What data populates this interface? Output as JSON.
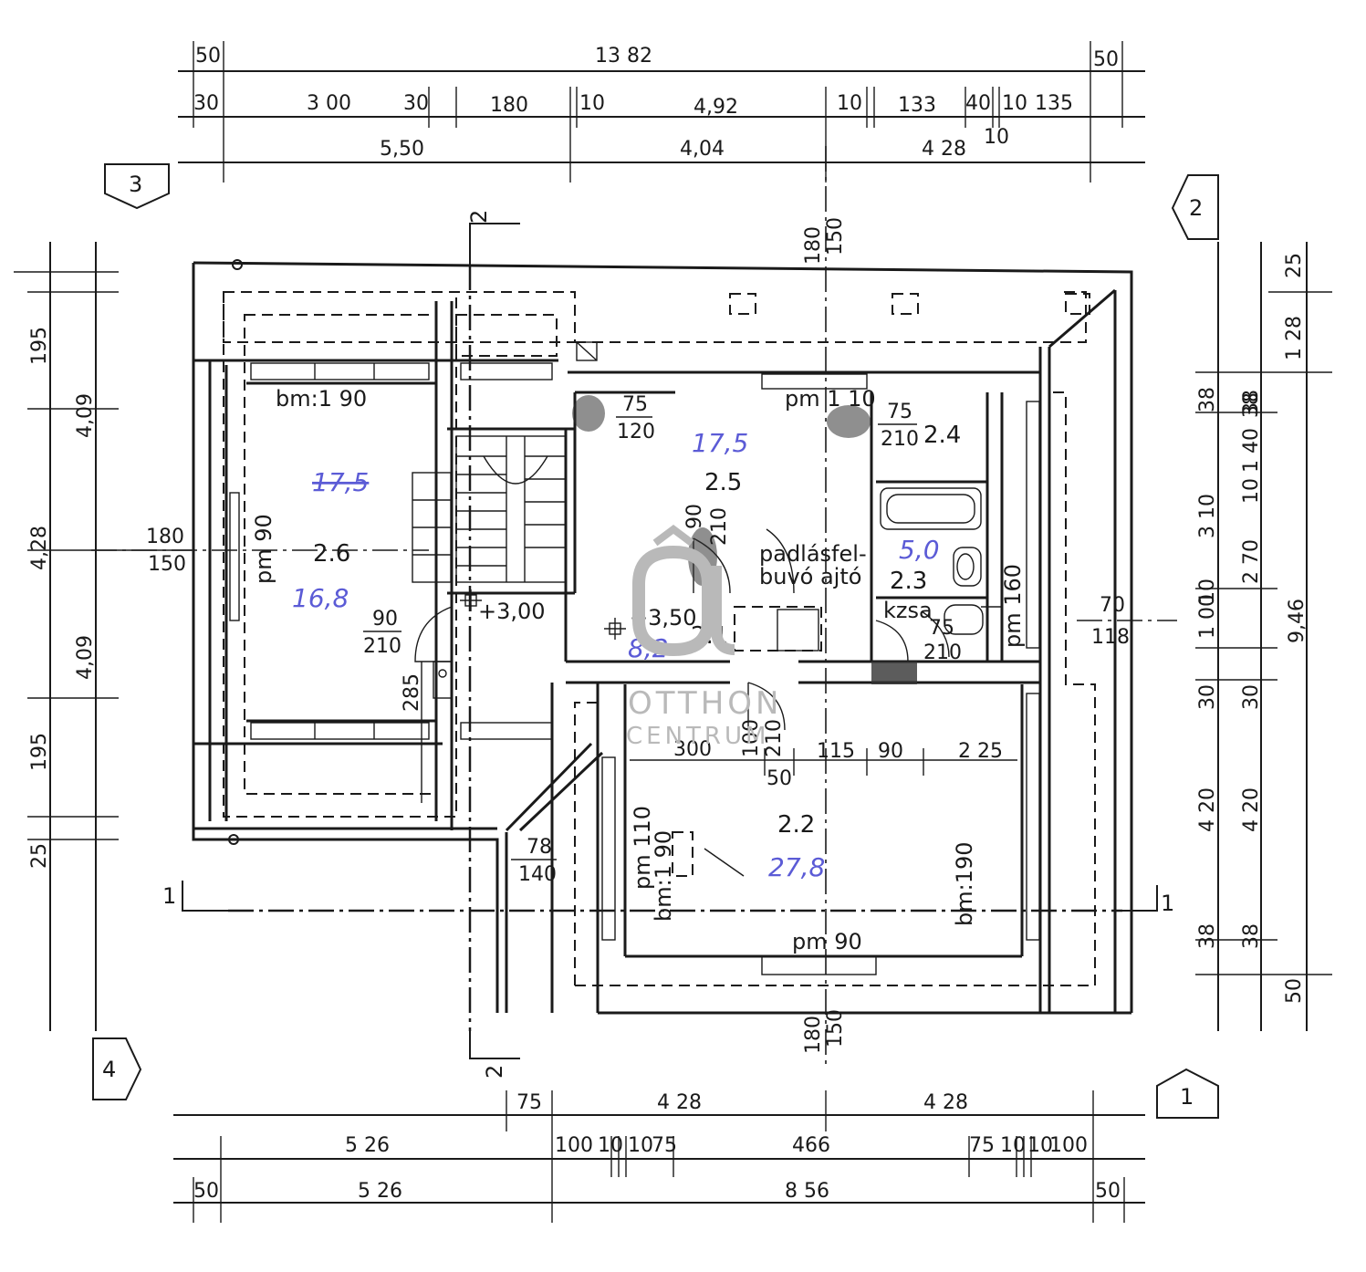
{
  "dims_top": {
    "r1": [
      "50",
      "13 82",
      "50"
    ],
    "r2": [
      "30",
      "3 00",
      "30",
      "180",
      "10",
      "4,92",
      "10",
      "133",
      "40",
      "10",
      "135",
      "10"
    ],
    "r3": [
      "5,50",
      "4,04",
      "4 28"
    ]
  },
  "dims_bottom": {
    "r1": [
      "75",
      "4 28",
      "4 28"
    ],
    "r2": [
      "5 26",
      "100",
      "10",
      "10",
      "75",
      "466",
      "75",
      "10",
      "10",
      "100"
    ],
    "r3": [
      "50",
      "5 26",
      "8 56",
      "50"
    ]
  },
  "dims_left": {
    "outer": [
      "195",
      "4,09",
      "4,28",
      "4,09",
      "195",
      "25"
    ],
    "inner": [
      "180",
      "150"
    ]
  },
  "dims_right": {
    "outer": [
      "38",
      "3 10",
      "10",
      "1 00",
      "30",
      "4 20",
      "38"
    ],
    "mid": [
      "1 28",
      "38",
      "10",
      "1 40",
      "38",
      "2 70",
      "30",
      "4 20",
      "38",
      "50",
      "25"
    ],
    "total": "9,46"
  },
  "axis_markers": [
    "3",
    "2",
    "4",
    "1"
  ],
  "section_marks": [
    "2",
    "2",
    "1",
    "1"
  ],
  "rooms": [
    {
      "id": "2.6",
      "area": "16,8",
      "area_old": "17,5"
    },
    {
      "id": "2.5",
      "area": "17,5"
    },
    {
      "id": "2.4"
    },
    {
      "id": "2.3",
      "area": "5,0"
    },
    {
      "id": "2.1",
      "area": "8,2"
    },
    {
      "id": "2.2",
      "area": "27,8"
    }
  ],
  "labels": {
    "bm190_a": "bm:1 90",
    "pm90_a": "pm 90",
    "pm110": "pm 1 10",
    "pm160": "pm 160",
    "padlas1": "padlásfel-",
    "padlas2": "buvó ajtó",
    "kzsa": "kzsa",
    "pm110_b": "pm 110",
    "bm190_b": "bm:1 90",
    "bm190_c": "bm:190",
    "pm90_b": "pm 90",
    "lvl_300": "+3,00",
    "lvl_350": "+3,50"
  },
  "door_dims": {
    "d1": [
      "75",
      "120"
    ],
    "d2": [
      "75",
      "210"
    ],
    "d3": [
      "90",
      "210"
    ],
    "d4": [
      "90",
      "210"
    ],
    "d5": [
      "75",
      "210"
    ],
    "d6": [
      "70",
      "118"
    ],
    "d7": [
      "78",
      "140"
    ],
    "d8": [
      "100",
      "210"
    ],
    "d9": [
      "180",
      "150"
    ],
    "d10": [
      "180",
      "150"
    ]
  },
  "room22_dims": [
    "300",
    "115",
    "90",
    "2 25",
    "50"
  ],
  "misc_dim_285": "285",
  "watermark": {
    "line1": "OTTHON",
    "line2": "CENTRUM"
  }
}
